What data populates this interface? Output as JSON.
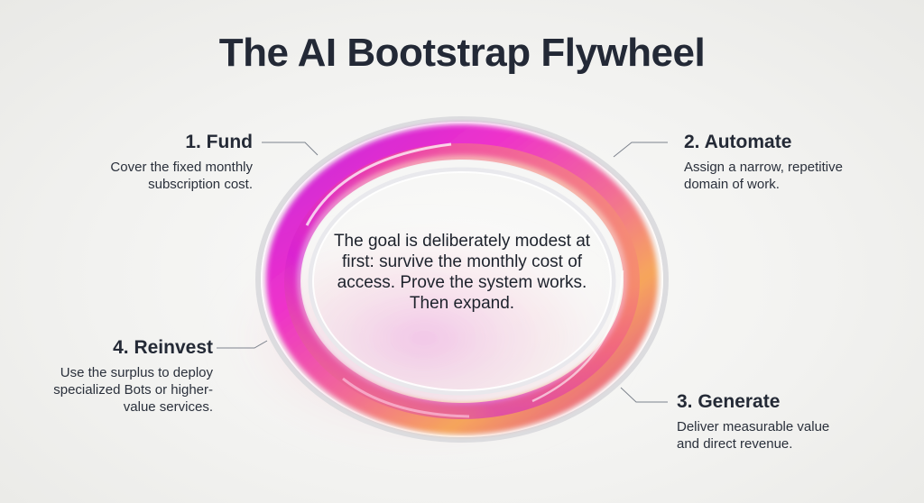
{
  "title": "The AI Bootstrap Flywheel",
  "center_text": "The goal is deliberately modest at first: survive the monthly cost of access. Prove the system works. Then expand.",
  "steps": [
    {
      "title": "1. Fund",
      "desc": "Cover the fixed monthly subscription cost."
    },
    {
      "title": "2. Automate",
      "desc": "Assign a narrow, repetitive domain of work."
    },
    {
      "title": "3. Generate",
      "desc": "Deliver measurable value and direct revenue."
    },
    {
      "title": "4. Reinvest",
      "desc": "Use the surplus to deploy specialized Bots or higher-value services."
    }
  ],
  "colors": {
    "magenta": "#e21fd1",
    "pink": "#f0478a",
    "orange": "#f6a24a",
    "text": "#232936"
  }
}
